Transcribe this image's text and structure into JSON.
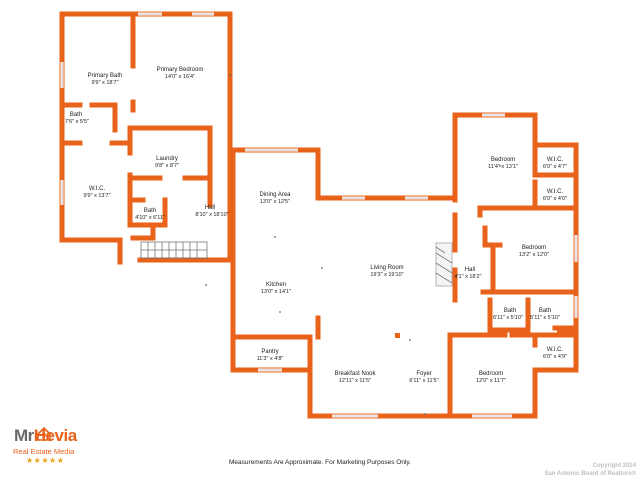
{
  "rooms": [
    {
      "id": "primary-bath",
      "name": "Primary Bath",
      "dims": "9'9\" x 18'7\""
    },
    {
      "id": "primary-bedroom",
      "name": "Primary Bedroom",
      "dims": "14'0\" x 16'4\""
    },
    {
      "id": "bath-1",
      "name": "Bath",
      "dims": "7'6\" x 5'5\""
    },
    {
      "id": "laundry",
      "name": "Laundry",
      "dims": "9'8\" x 8'7\""
    },
    {
      "id": "wic-1",
      "name": "W.I.C.",
      "dims": "9'9\" x 13'7\""
    },
    {
      "id": "bath-2",
      "name": "Bath",
      "dims": "4'10\" x 6'11\""
    },
    {
      "id": "hall-1",
      "name": "Hall",
      "dims": "8'10\" x 18'10\""
    },
    {
      "id": "dining-area",
      "name": "Dining Area",
      "dims": "13'0\" x 12'5\""
    },
    {
      "id": "kitchen",
      "name": "Kitchen",
      "dims": "13'0\" x 14'1\""
    },
    {
      "id": "living-room",
      "name": "Living Room",
      "dims": "19'3\" x 19'10\""
    },
    {
      "id": "bedroom-1",
      "name": "Bedroom",
      "dims": "11'4\" x 13'1\""
    },
    {
      "id": "wic-2",
      "name": "W.I.C.",
      "dims": "6'0\" x 4'7\""
    },
    {
      "id": "wic-3",
      "name": "W.I.C.",
      "dims": "6'0\" x 4'0\""
    },
    {
      "id": "bedroom-2",
      "name": "Bedroom",
      "dims": "13'2\" x 12'0\""
    },
    {
      "id": "hall-2",
      "name": "Hall",
      "dims": "4'1\" x 18'2\""
    },
    {
      "id": "bath-3",
      "name": "Bath",
      "dims": "6'11\" x 5'10\""
    },
    {
      "id": "bath-4",
      "name": "Bath",
      "dims": "5'11\" x 5'10\""
    },
    {
      "id": "pantry",
      "name": "Pantry",
      "dims": "11'3\" x 4'8\""
    },
    {
      "id": "breakfast-nook",
      "name": "Breakfast Nook",
      "dims": "12'11\" x 11'5\""
    },
    {
      "id": "foyer",
      "name": "Foyer",
      "dims": "6'11\" x 11'5\""
    },
    {
      "id": "bedroom-3",
      "name": "Bedroom",
      "dims": "12'0\" x 11'7\""
    },
    {
      "id": "wic-4",
      "name": "W.I.C.",
      "dims": "6'0\" x 4'9\""
    }
  ],
  "logo": {
    "name_mr": "Mr",
    "name_hevia": "Hevia",
    "tagline": "Real Estate Media",
    "stars": "★★★★★"
  },
  "disclaimer": "Measurements Are Approximate. For Marketing Purposes Only.",
  "copyright": {
    "line1": "Copyright 2024",
    "line2": "San Antonio Board of Realtors®"
  },
  "colors": {
    "wall": "#e8621a",
    "brand_accent": "#e8621a",
    "brand_gray": "#6a6a6a",
    "stars": "#e8a418"
  }
}
